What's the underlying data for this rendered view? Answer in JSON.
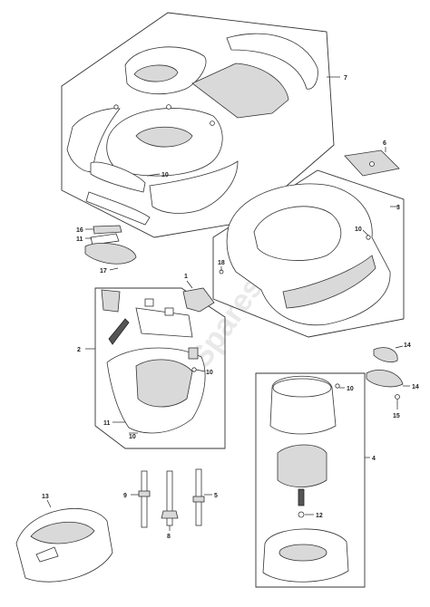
{
  "watermark": "SparesWorld",
  "callouts": [
    {
      "id": "c1",
      "text": "1"
    },
    {
      "id": "c2",
      "text": "2"
    },
    {
      "id": "c3",
      "text": "3"
    },
    {
      "id": "c4",
      "text": "4"
    },
    {
      "id": "c5",
      "text": "5"
    },
    {
      "id": "c6",
      "text": "6"
    },
    {
      "id": "c7",
      "text": "7"
    },
    {
      "id": "c8",
      "text": "8"
    },
    {
      "id": "c9",
      "text": "9"
    },
    {
      "id": "c10a",
      "text": "10"
    },
    {
      "id": "c10b",
      "text": "10"
    },
    {
      "id": "c10c",
      "text": "10"
    },
    {
      "id": "c10d",
      "text": "10"
    },
    {
      "id": "c10e",
      "text": "10"
    },
    {
      "id": "c11a",
      "text": "11"
    },
    {
      "id": "c11b",
      "text": "11"
    },
    {
      "id": "c12",
      "text": "12"
    },
    {
      "id": "c13",
      "text": "13"
    },
    {
      "id": "c14a",
      "text": "14"
    },
    {
      "id": "c14b",
      "text": "14"
    },
    {
      "id": "c15",
      "text": "15"
    },
    {
      "id": "c16",
      "text": "16"
    },
    {
      "id": "c17",
      "text": "17"
    },
    {
      "id": "c18",
      "text": "18"
    }
  ]
}
